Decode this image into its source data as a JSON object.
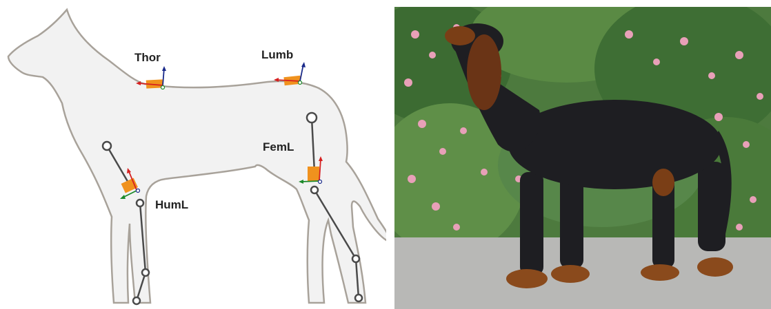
{
  "diagram": {
    "sensors": [
      {
        "id": "thor",
        "label": "Thor"
      },
      {
        "id": "lumb",
        "label": "Lumb"
      },
      {
        "id": "feml",
        "label": "FemL"
      },
      {
        "id": "huml",
        "label": "HumL"
      }
    ],
    "colors": {
      "body_fill": "#f2f2f2",
      "outline": "#a8a29a",
      "bone": "#4a4a4a",
      "sensor": "#f0921e",
      "axis_red": "#d62020",
      "axis_blue": "#1a2a8a",
      "axis_green": "#1c8a2a"
    }
  },
  "photo": {
    "subject": "dog-in-black-bodysuit",
    "colors": {
      "suit": "#1e1e22",
      "fur": "#8a4a1c",
      "ground": "#b8b8b6",
      "foliage": "#3c6b32",
      "flowers": "#e8a0b8"
    }
  }
}
